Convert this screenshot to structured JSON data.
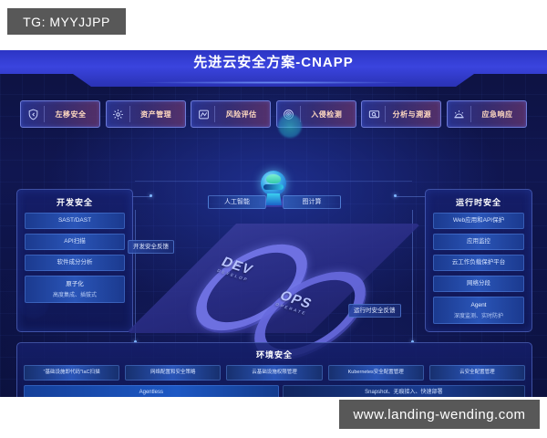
{
  "watermarks": {
    "top": "TG: MYYJJPP",
    "bottom": "www.landing-wending.com"
  },
  "poster": {
    "banner_title": "先进云安全方案-CNAPP",
    "top_pills": [
      {
        "label": "左移安全",
        "icon": "shield-left-icon"
      },
      {
        "label": "资产管理",
        "icon": "assets-gear-icon"
      },
      {
        "label": "风险评估",
        "icon": "risk-gauge-icon"
      },
      {
        "label": "入侵检测",
        "icon": "radar-intrusion-icon"
      },
      {
        "label": "分析与溯源",
        "icon": "analysis-search-icon"
      },
      {
        "label": "应急响应",
        "icon": "alarm-response-icon"
      }
    ],
    "left_panel": {
      "title": "开发安全",
      "items": [
        "SAST/DAST",
        "API扫描",
        "软件成分分析"
      ],
      "combo": {
        "line1": "原子化",
        "line2": "高度集成、插拔式"
      }
    },
    "right_panel": {
      "title": "运行时安全",
      "items": [
        "Web应用和API保护",
        "应用监控",
        "云工作负载保护平台",
        "网络分段"
      ],
      "combo": {
        "line1": "Agent",
        "line2": "深度监测、实时防护"
      }
    },
    "bottom_panel": {
      "title": "环境安全",
      "row1": [
        "\"基础设施即代码\"IaC扫描",
        "网络配置和安全策略",
        "云基础设施权限管理",
        "Kubernetes安全配置管理",
        "云安全配置管理"
      ],
      "row2": [
        "Agentless",
        "Snapshot、无痕接入、快速部署"
      ]
    },
    "center": {
      "ai_label": "人工智能",
      "graph_label": "图计算",
      "ring_dev": "DEV",
      "ring_dev_sub": "DEVELOP",
      "ring_ops": "OPS",
      "ring_ops_sub": "OPERATE",
      "feedback_dev": "开发安全反馈",
      "feedback_ops": "运行时安全反馈"
    },
    "colors": {
      "bg_deep": "#0d1240",
      "banner": "#3a44de",
      "chip_blue": "#2a55b8",
      "pill_text": "#ffd9c0",
      "ring": "#7678eb",
      "accent_cyan": "#36a8e8"
    }
  }
}
